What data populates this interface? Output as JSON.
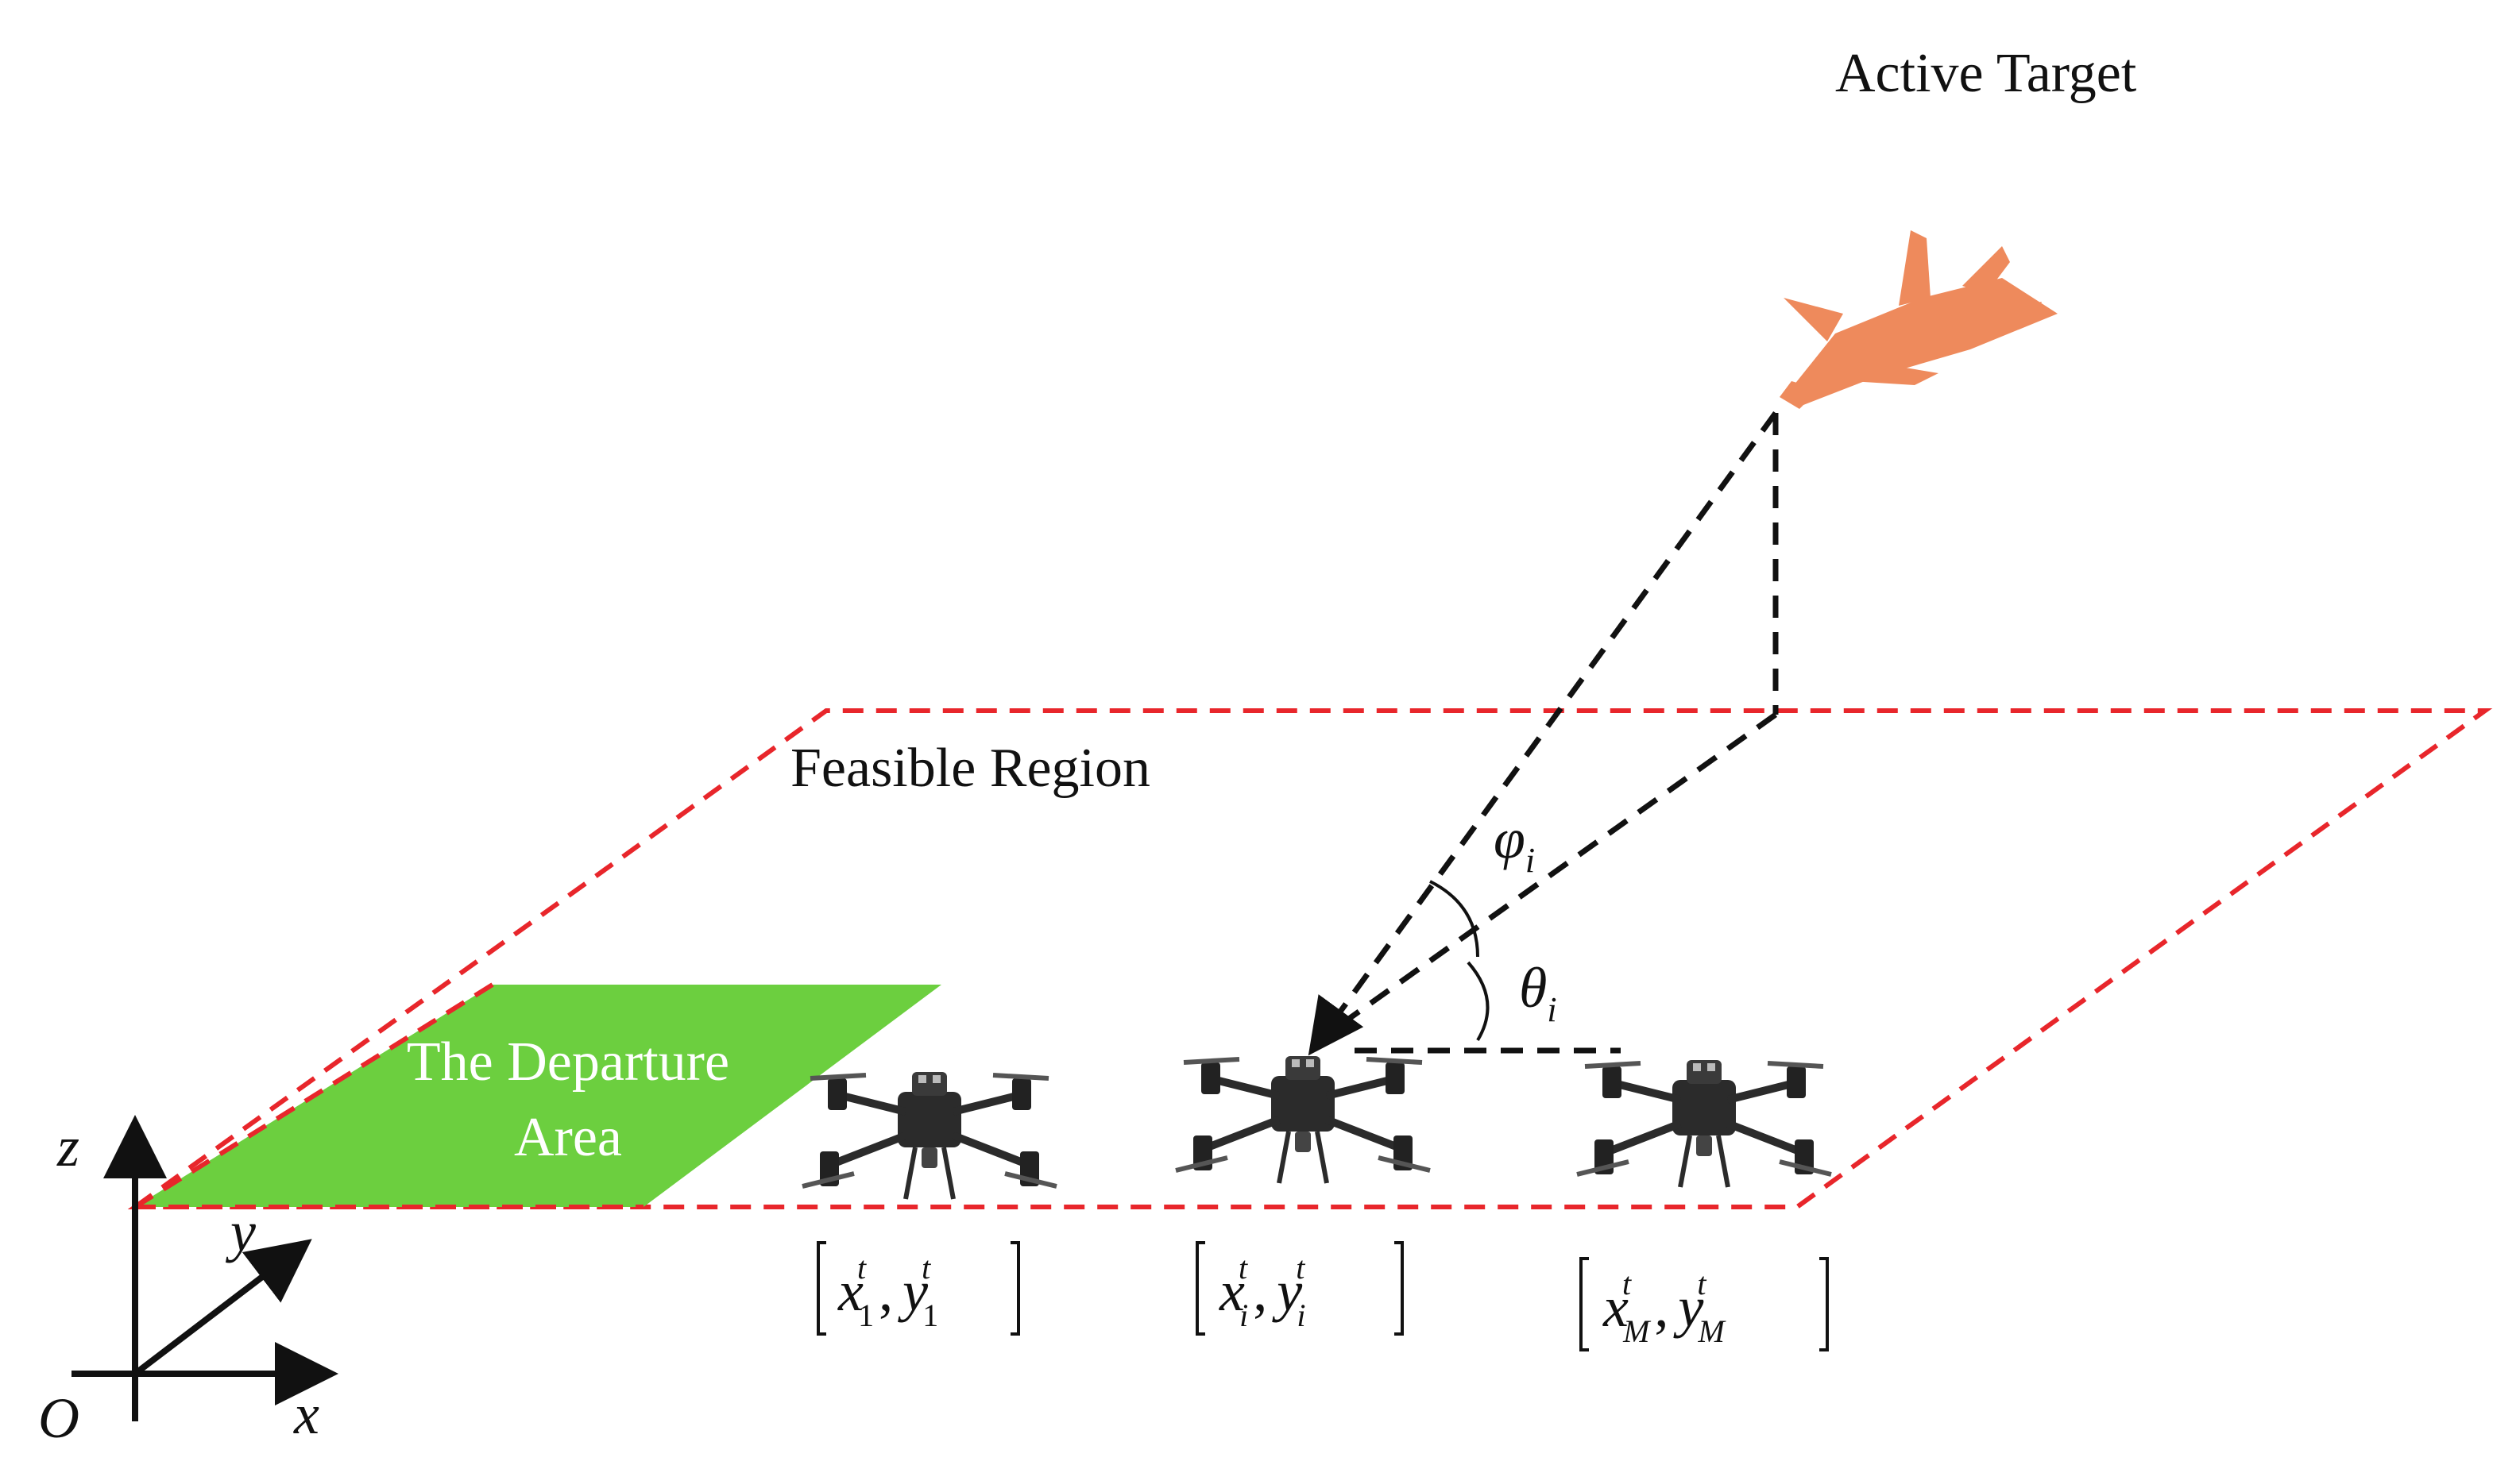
{
  "diagram": {
    "target_label": "Active Target",
    "region_label": "Feasible Region",
    "departure_label_line1": "The Departure",
    "departure_label_line2": "Area",
    "axes": {
      "origin": "O",
      "x": "x",
      "y": "y",
      "z": "z"
    },
    "angles": {
      "elevation": {
        "symbol": "φ",
        "sub": "i"
      },
      "azimuth": {
        "symbol": "θ",
        "sub": "i"
      }
    },
    "drones": [
      {
        "x_sym": "x",
        "y_sym": "y",
        "sup": "t",
        "sub": "1"
      },
      {
        "x_sym": "x",
        "y_sym": "y",
        "sup": "t",
        "sub": "i"
      },
      {
        "x_sym": "x",
        "y_sym": "y",
        "sup": "t",
        "sub": "M"
      }
    ],
    "separator": ",",
    "colors": {
      "region_border": "#e8262b",
      "departure_fill": "#6ccf3f",
      "departure_text": "#ffffff",
      "aircraft": "#ee8a5c",
      "lines": "#111111",
      "drone_body": "#2b2b2b"
    }
  }
}
